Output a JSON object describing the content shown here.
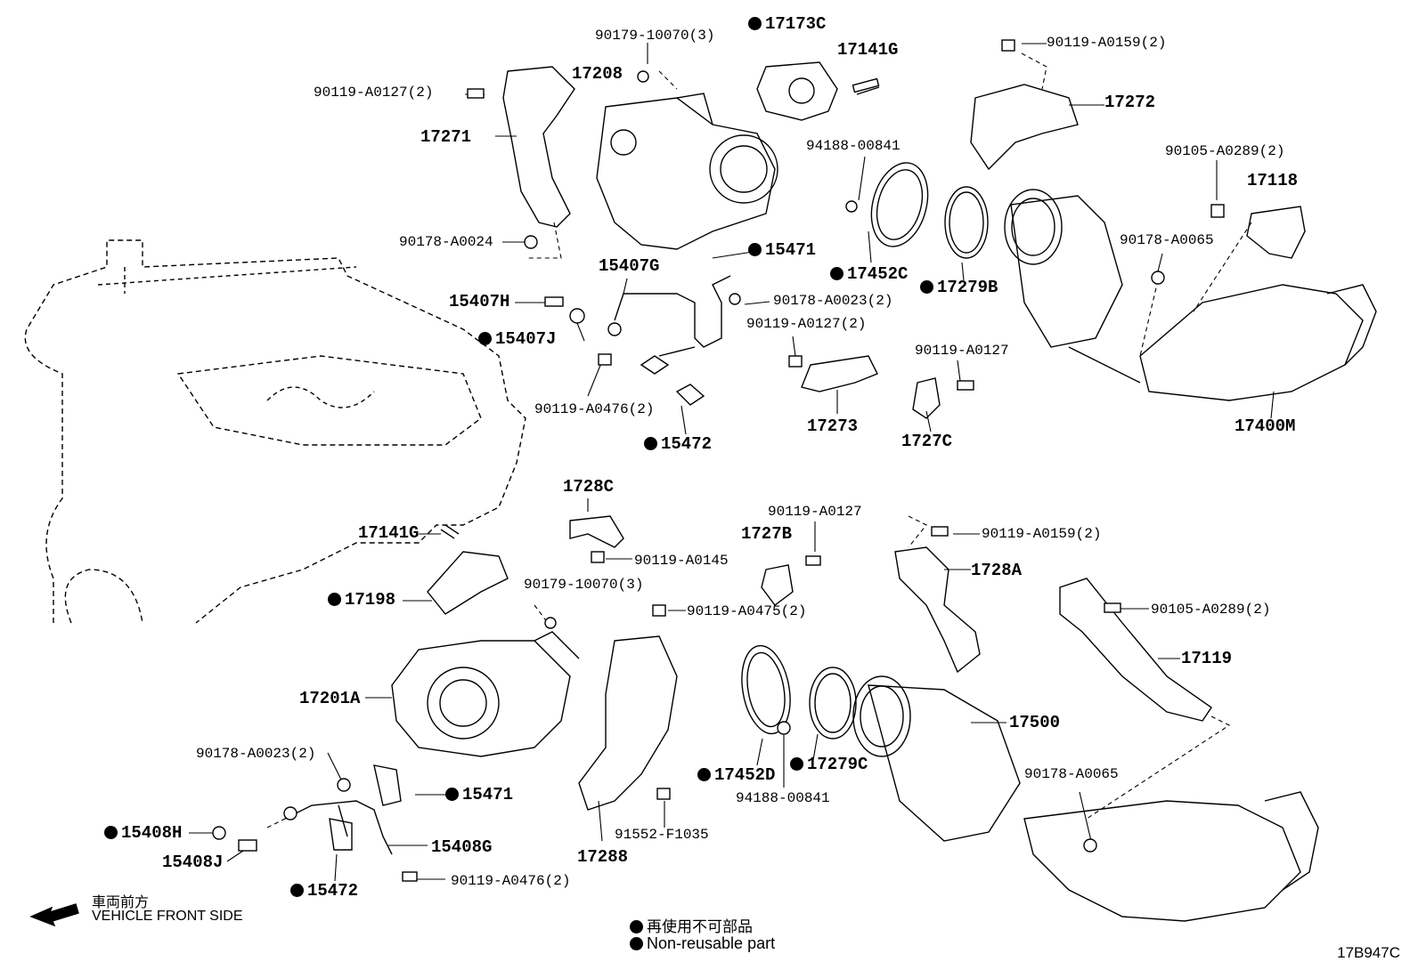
{
  "labels": [
    {
      "id": "p90179-10070-top",
      "text": "90179-10070(3)",
      "dot": false
    },
    {
      "id": "p17173C",
      "text": "17173C",
      "dot": true
    },
    {
      "id": "p17141G-top",
      "text": "17141G",
      "dot": false
    },
    {
      "id": "p90119-A0159-top",
      "text": "90119-A0159(2)",
      "dot": false
    },
    {
      "id": "p90119-A0127-2-top",
      "text": "90119-A0127(2)",
      "dot": false
    },
    {
      "id": "p17208",
      "text": "17208",
      "dot": false
    },
    {
      "id": "p17272",
      "text": "17272",
      "dot": false
    },
    {
      "id": "p17271",
      "text": "17271",
      "dot": false
    },
    {
      "id": "p94188-00841-top",
      "text": "94188-00841",
      "dot": false
    },
    {
      "id": "p90105-A0289-top",
      "text": "90105-A0289(2)",
      "dot": false
    },
    {
      "id": "p17118",
      "text": "17118",
      "dot": false
    },
    {
      "id": "p90178-A0024",
      "text": "90178-A0024",
      "dot": false
    },
    {
      "id": "p90178-A0065-top",
      "text": "90178-A0065",
      "dot": false
    },
    {
      "id": "p15471-top",
      "text": "15471",
      "dot": true
    },
    {
      "id": "p15407G",
      "text": "15407G",
      "dot": false
    },
    {
      "id": "p17452C",
      "text": "17452C",
      "dot": true
    },
    {
      "id": "p17279B",
      "text": "17279B",
      "dot": true
    },
    {
      "id": "p15407H",
      "text": "15407H",
      "dot": false
    },
    {
      "id": "p90178-A0023-top",
      "text": "90178-A0023(2)",
      "dot": false
    },
    {
      "id": "p90119-A0127-2-mid",
      "text": "90119-A0127(2)",
      "dot": false
    },
    {
      "id": "p15407J",
      "text": "15407J",
      "dot": true
    },
    {
      "id": "p90119-A0127-mid",
      "text": "90119-A0127",
      "dot": false
    },
    {
      "id": "p90119-A0476-top",
      "text": "90119-A0476(2)",
      "dot": false
    },
    {
      "id": "p17273",
      "text": "17273",
      "dot": false
    },
    {
      "id": "p17400M",
      "text": "17400M",
      "dot": false
    },
    {
      "id": "p15472-top",
      "text": "15472",
      "dot": true
    },
    {
      "id": "p1727C",
      "text": "1727C",
      "dot": false
    },
    {
      "id": "p1728C",
      "text": "1728C",
      "dot": false
    },
    {
      "id": "p90119-A0127-low",
      "text": "90119-A0127",
      "dot": false
    },
    {
      "id": "p90119-A0159-low",
      "text": "90119-A0159(2)",
      "dot": false
    },
    {
      "id": "p17141G-low",
      "text": "17141G",
      "dot": false
    },
    {
      "id": "p1727B",
      "text": "1727B",
      "dot": false
    },
    {
      "id": "p90119-A0145",
      "text": "90119-A0145",
      "dot": false
    },
    {
      "id": "p1728A",
      "text": "1728A",
      "dot": false
    },
    {
      "id": "p17198",
      "text": "17198",
      "dot": true
    },
    {
      "id": "p90179-10070-low",
      "text": "90179-10070(3)",
      "dot": false
    },
    {
      "id": "p90119-A0475",
      "text": "90119-A0475(2)",
      "dot": false
    },
    {
      "id": "p90105-A0289-low",
      "text": "90105-A0289(2)",
      "dot": false
    },
    {
      "id": "p17119",
      "text": "17119",
      "dot": false
    },
    {
      "id": "p17201A",
      "text": "17201A",
      "dot": false
    },
    {
      "id": "p17500",
      "text": "17500",
      "dot": false
    },
    {
      "id": "p90178-A0023-low",
      "text": "90178-A0023(2)",
      "dot": false
    },
    {
      "id": "p17452D",
      "text": "17452D",
      "dot": true
    },
    {
      "id": "p17279C",
      "text": "17279C",
      "dot": true
    },
    {
      "id": "p90178-A0065-low",
      "text": "90178-A0065",
      "dot": false
    },
    {
      "id": "p15471-low",
      "text": "15471",
      "dot": true
    },
    {
      "id": "p94188-00841-low",
      "text": "94188-00841",
      "dot": false
    },
    {
      "id": "p15408H",
      "text": "15408H",
      "dot": true
    },
    {
      "id": "p15408G",
      "text": "15408G",
      "dot": false
    },
    {
      "id": "p91552-F1035",
      "text": "91552-F1035",
      "dot": false
    },
    {
      "id": "p15408J",
      "text": "15408J",
      "dot": false
    },
    {
      "id": "p17288",
      "text": "17288",
      "dot": false
    },
    {
      "id": "p90119-A0476-low",
      "text": "90119-A0476(2)",
      "dot": false
    },
    {
      "id": "p15472-low",
      "text": "15472",
      "dot": true
    }
  ],
  "direction": {
    "jp": "車両前方",
    "en": "VEHICLE FRONT SIDE"
  },
  "legend": {
    "jp": "再使用不可部品",
    "en": "Non-reusable part"
  },
  "diagram_code": "17B947C"
}
